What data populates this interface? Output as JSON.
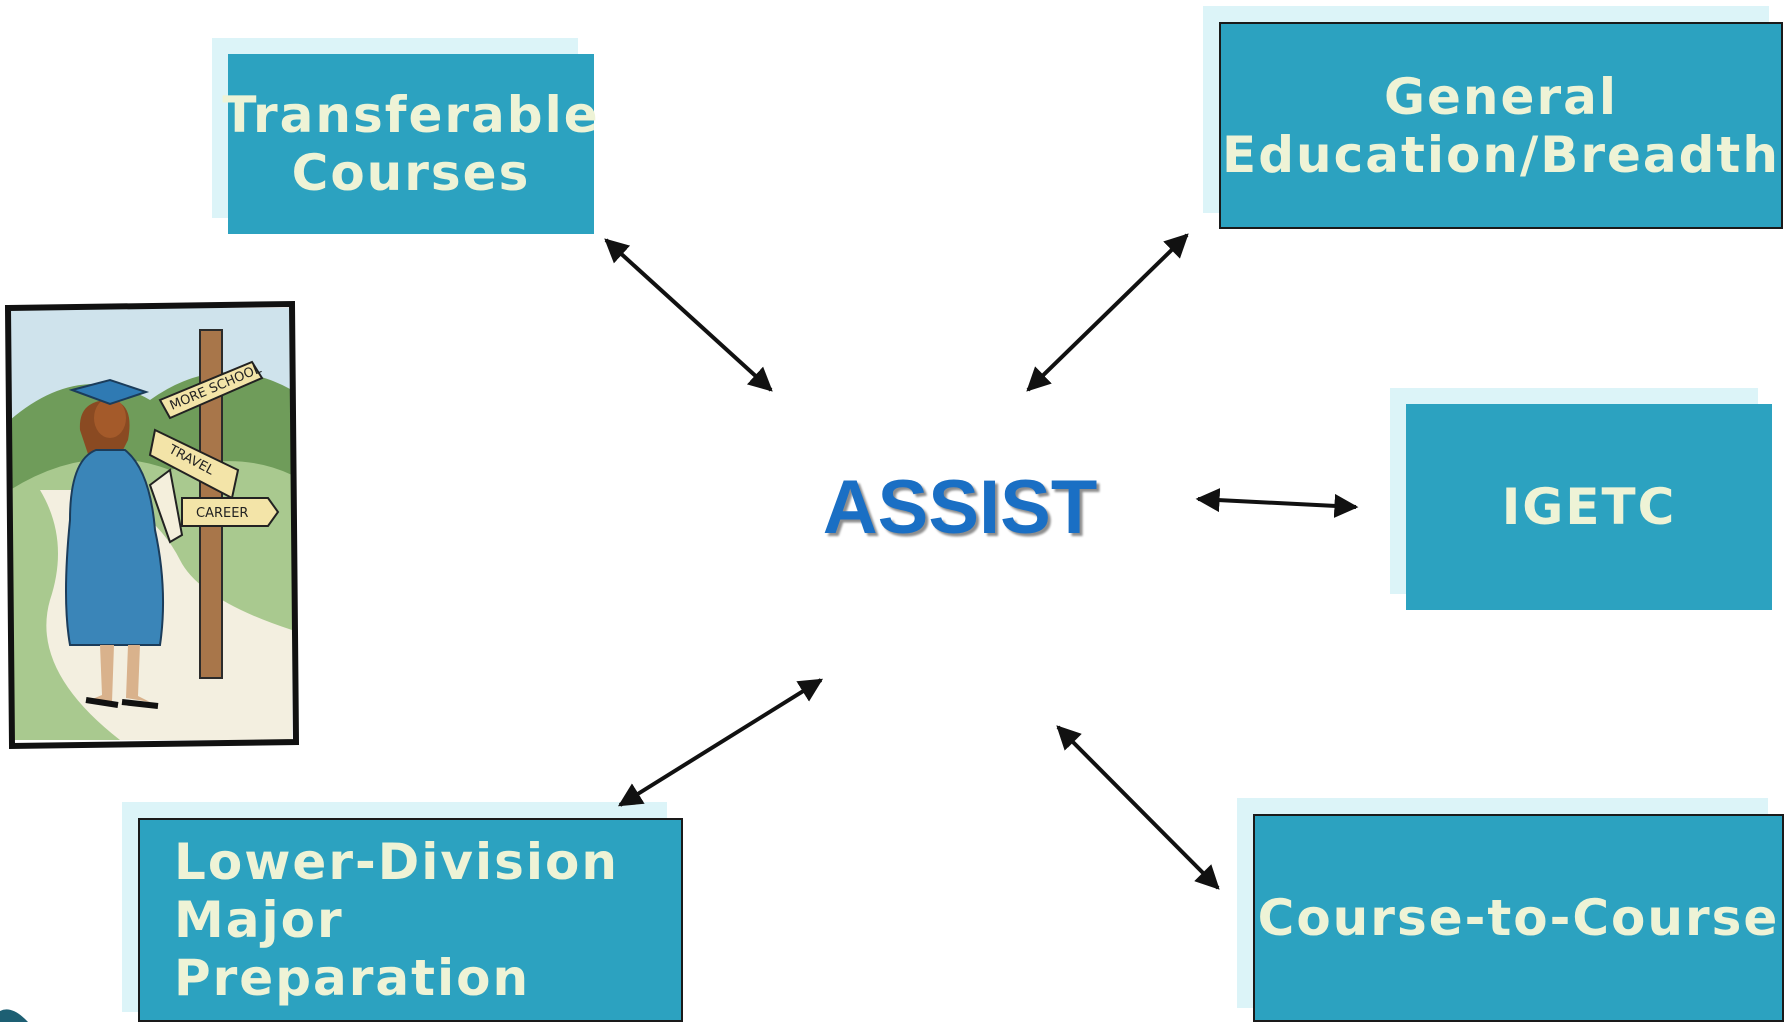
{
  "center": {
    "label": "ASSIST"
  },
  "boxes": {
    "transferable": "Transferable\nCourses",
    "general_ed": "General\nEducation/Breadth",
    "igetc": "IGETC",
    "lower_division": "Lower-Division\nMajor Preparation",
    "course_to_course": "Course-to-Course"
  },
  "clipart": {
    "signs": [
      "MORE SCHOOL",
      "TRAVEL",
      "CAREER"
    ]
  },
  "colors": {
    "box_fill": "#2ca2c0",
    "box_text": "#eef3d6",
    "box_shadow": "#dcf4f8",
    "center_text": "#1a6fc4"
  }
}
